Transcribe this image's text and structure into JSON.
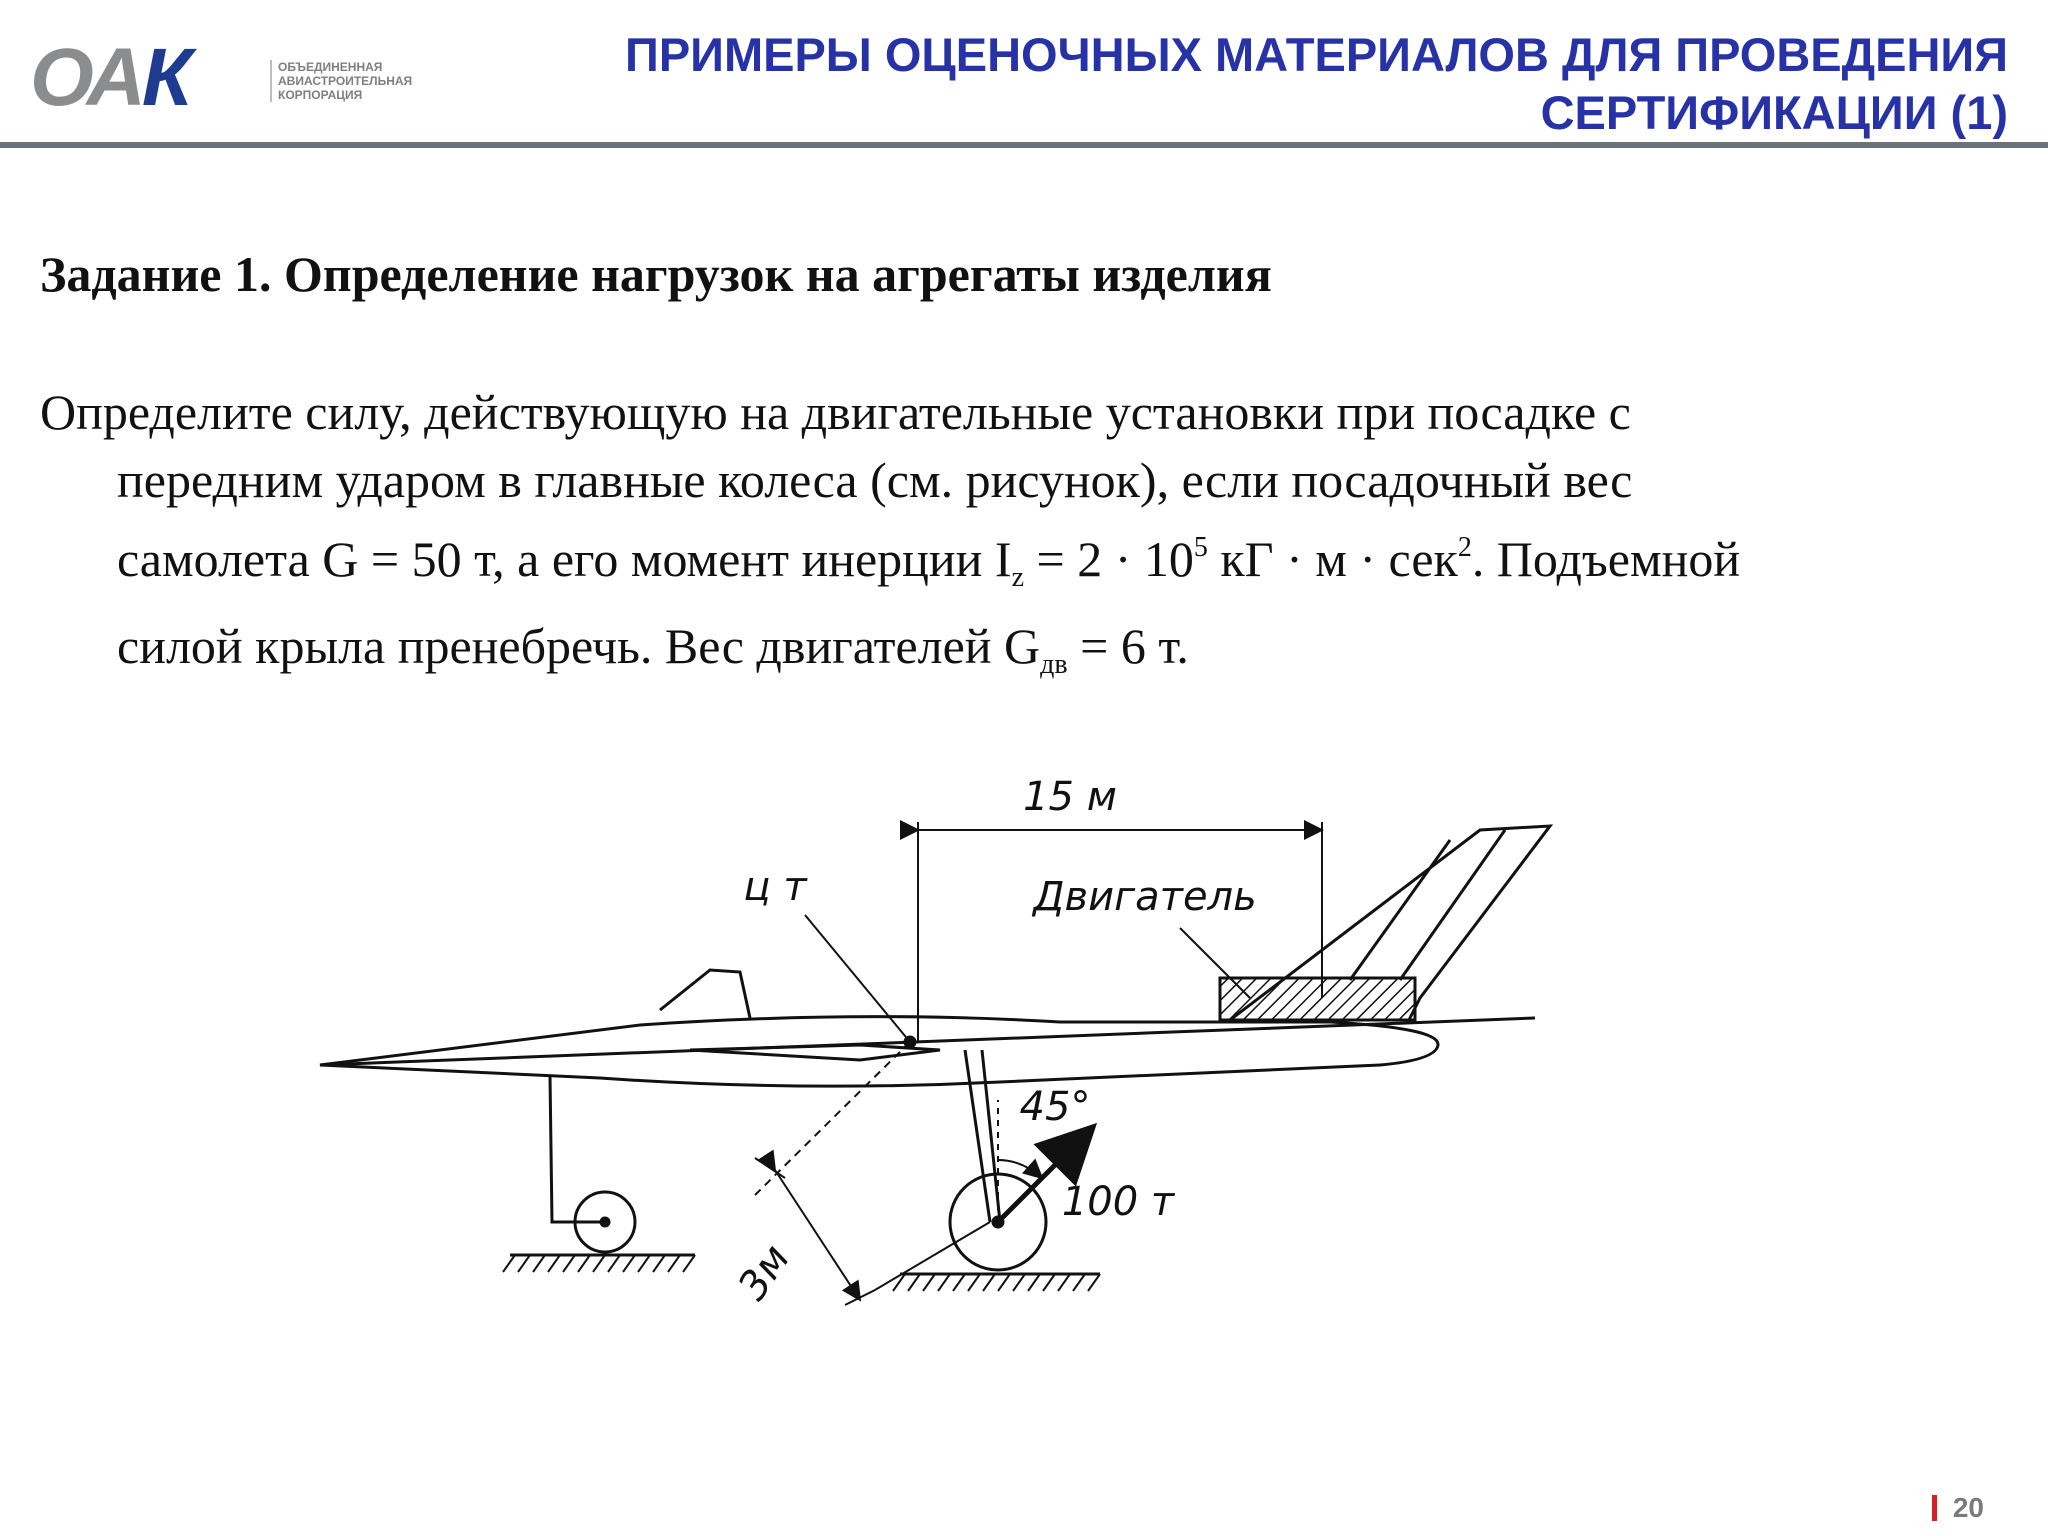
{
  "logo": {
    "mark": {
      "o": "О",
      "a": "А",
      "k": "К"
    },
    "lines": [
      "ОБЪЕДИНЕННАЯ",
      "АВИАСТРОИТЕЛЬНАЯ",
      "КОРПОРАЦИЯ"
    ]
  },
  "slide_title": {
    "line1": "ПРИМЕРЫ ОЦЕНОЧНЫХ МАТЕРИАЛОВ ДЛЯ ПРОВЕДЕНИЯ",
    "line2": "СЕРТИФИКАЦИИ (1)"
  },
  "task": {
    "heading": "Задание 1. Определение нагрузок на агрегаты изделия",
    "line1": "Определите силу, действующую на двигательные установки при посадке с",
    "line2": "передним ударом в главные колеса (см. рисунок), если посадочный вес",
    "line3a": "самолета G = 50 т, а его момент инерции I",
    "line3_sub": "z",
    "line3b": " = 2 · 10",
    "line3_sup1": "5",
    "line3c": " кГ · м · сек",
    "line3_sup2": "2",
    "line3d": ". Подъемной",
    "line4a": "силой крыла пренебречь. Вес двигателей G",
    "line4_sub": "дв",
    "line4b": " = 6 т."
  },
  "figure": {
    "dim_top": "15 м",
    "label_cg": "ц т",
    "label_engine": "Двигатель",
    "angle": "45°",
    "force": "100 т",
    "dim_arm": "3м"
  },
  "page_number": "20",
  "colors": {
    "title_blue": "#2632a6",
    "logo_blue": "#1e3b8f",
    "logo_grey": "#8a8c8e",
    "rule_grey": "#6d7278",
    "page_bar_red": "#d61f26"
  }
}
